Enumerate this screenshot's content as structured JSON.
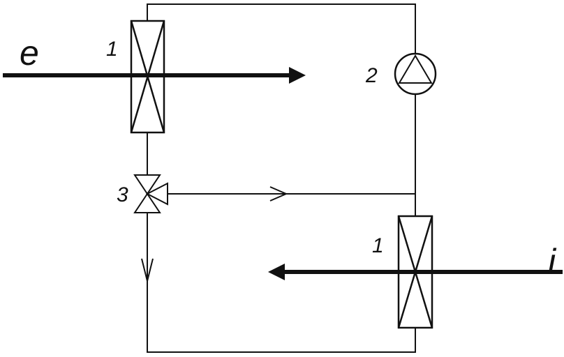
{
  "diagram": {
    "labels": {
      "flow_e": "e",
      "exchanger_top": "1",
      "pump": "2",
      "valve": "3",
      "exchanger_bottom": "1",
      "flow_i": "i"
    },
    "colors": {
      "line": "#111111",
      "background": "#ffffff"
    }
  }
}
